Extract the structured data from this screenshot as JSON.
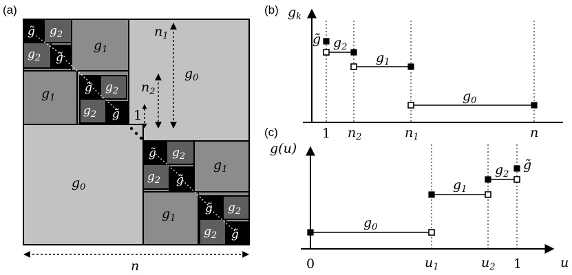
{
  "panels": {
    "a": {
      "label": "(a)",
      "size_label": "n",
      "colors": {
        "g0": "#c2c2c2",
        "g1": "#8c8c8c",
        "g2": "#5e5e5e",
        "gt": "#000000"
      },
      "block_labels": {
        "g0": "g",
        "g0_sub": "0",
        "g1": "g",
        "g1_sub": "1",
        "g2": "g",
        "g2_sub": "2",
        "gt": "g̃"
      },
      "inner_arrows": {
        "n1": "n",
        "n1_sub": "1",
        "n2": "n",
        "n2_sub": "2",
        "one": "1"
      }
    },
    "b": {
      "label": "(b)",
      "ylabel": "g",
      "ylabel_sub": "k",
      "ticks": [
        {
          "main": "1",
          "sub": ""
        },
        {
          "main": "n",
          "sub": "2"
        },
        {
          "main": "n",
          "sub": "1"
        },
        {
          "main": "n",
          "sub": ""
        }
      ],
      "segment_labels": [
        {
          "main": "g̃",
          "sub": ""
        },
        {
          "main": "g",
          "sub": "2"
        },
        {
          "main": "g",
          "sub": "1"
        },
        {
          "main": "g",
          "sub": "0"
        }
      ]
    },
    "c": {
      "label": "(c)",
      "ylabel": "g(u)",
      "xlabel": "u",
      "ticks": [
        {
          "main": "0",
          "sub": ""
        },
        {
          "main": "u",
          "sub": "1"
        },
        {
          "main": "u",
          "sub": "2"
        },
        {
          "main": "1",
          "sub": ""
        }
      ],
      "segment_labels": [
        {
          "main": "g",
          "sub": "0"
        },
        {
          "main": "g",
          "sub": "1"
        },
        {
          "main": "g",
          "sub": "2"
        },
        {
          "main": "g̃",
          "sub": ""
        }
      ]
    }
  }
}
